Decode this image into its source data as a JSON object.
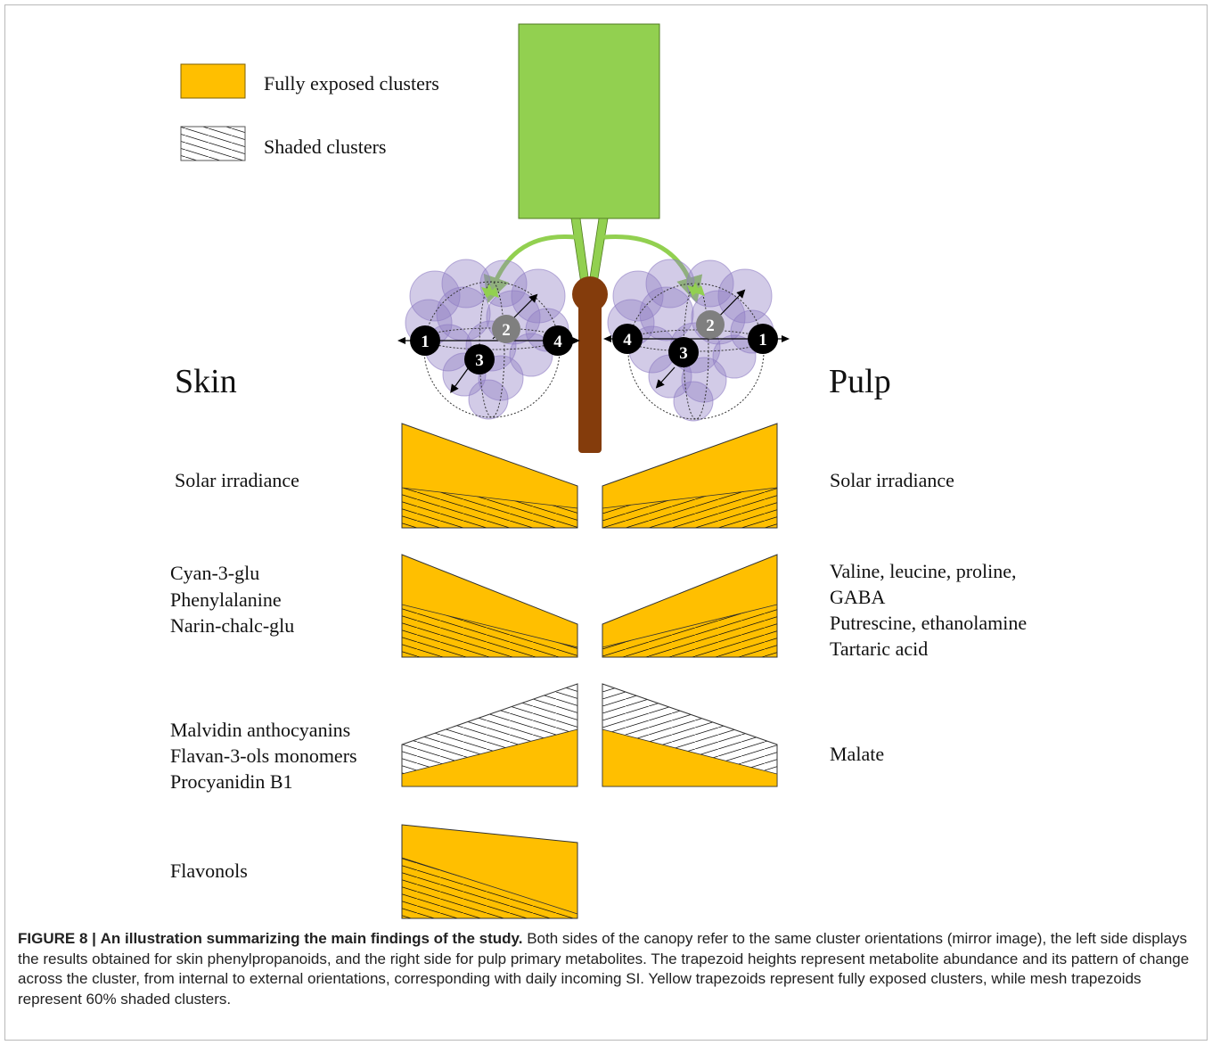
{
  "legend": {
    "exposed_label": "Fully exposed clusters",
    "shaded_label": "Shaded clusters"
  },
  "sides": {
    "left_title": "Skin",
    "right_title": "Pulp"
  },
  "orientation_markers": {
    "left": [
      "1",
      "2",
      "3",
      "4"
    ],
    "right": [
      "4",
      "3",
      "2",
      "1"
    ]
  },
  "rows": [
    {
      "left_lines": [
        "Solar irradiance"
      ],
      "right_lines": [
        "Solar irradiance"
      ]
    },
    {
      "left_lines": [
        "Cyan-3-glu",
        "Phenylalanine",
        "Narin-chalc-glu"
      ],
      "right_lines": [
        "Valine, leucine, proline,",
        "GABA",
        "Putrescine, ethanolamine",
        "Tartaric acid"
      ]
    },
    {
      "left_lines": [
        "Malvidin anthocyanins",
        "Flavan-3-ols monomers",
        "Procyanidin B1"
      ],
      "right_lines": [
        "Malate"
      ]
    },
    {
      "left_lines": [
        "Flavonols"
      ],
      "right_lines": []
    }
  ],
  "colors": {
    "exposed": "#FFBF00",
    "canopy": "#92D050",
    "trunk": "#843C0C",
    "berry": "#8E7CC3",
    "marker": "#000000",
    "marker_gray": "#7F7F7F"
  },
  "caption": {
    "label": "FIGURE 8 |",
    "title": "An illustration summarizing the main findings of the study.",
    "text": "Both sides of the canopy refer to the same cluster orientations (mirror image), the left side displays the results obtained for skin phenylpropanoids, and the right side for pulp primary metabolites. The trapezoid heights represent metabolite abundance and its pattern of change across the cluster, from internal to external orientations, corresponding with daily incoming SI. Yellow trapezoids represent fully exposed clusters, while mesh trapezoids represent 60% shaded clusters."
  }
}
